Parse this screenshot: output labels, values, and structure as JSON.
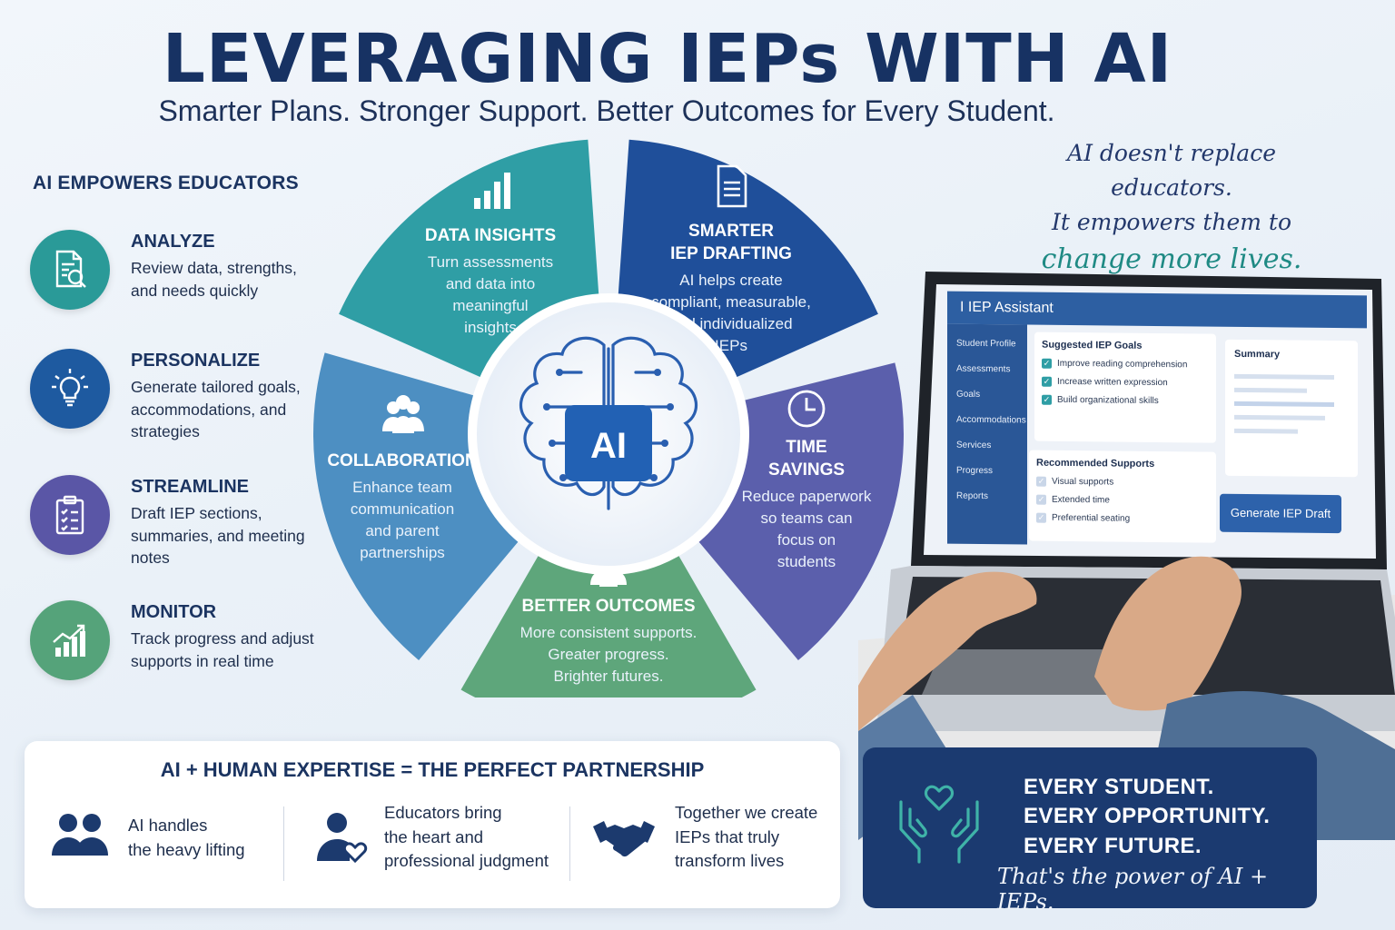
{
  "header": {
    "title": "LEVERAGING IEPs WITH AI",
    "subtitle": "Smarter Plans. Stronger Support. Better Outcomes for Every Student."
  },
  "left": {
    "heading": "AI EMPOWERS EDUCATORS",
    "features": [
      {
        "title": "ANALYZE",
        "desc": "Review data, strengths, and needs quickly",
        "icon": "document-search-icon",
        "color": "#2a9a98"
      },
      {
        "title": "PERSONALIZE",
        "desc": "Generate tailored goals, accommodations, and strategies",
        "icon": "lightbulb-icon",
        "color": "#1e5aa0"
      },
      {
        "title": "STREAMLINE",
        "desc": "Draft IEP sections, summaries, and meeting notes",
        "icon": "clipboard-checklist-icon",
        "color": "#5a56a6"
      },
      {
        "title": "MONITOR",
        "desc": "Track progress and adjust supports in real time",
        "icon": "growth-chart-icon",
        "color": "#55a37a"
      }
    ]
  },
  "wheel": {
    "center": "AI",
    "segments": [
      {
        "title": "DATA INSIGHTS",
        "lines": [
          "Turn assessments",
          "and data into",
          "meaningful",
          "insights"
        ],
        "icon": "bar-chart-icon",
        "color": "#2f9ea5"
      },
      {
        "title_lines": [
          "SMARTER",
          "IEP DRAFTING"
        ],
        "lines": [
          "AI helps create",
          "compliant, measurable,",
          "and individualized",
          "IEPs"
        ],
        "icon": "document-icon",
        "color": "#1f4f9a"
      },
      {
        "title_lines": [
          "TIME",
          "SAVINGS"
        ],
        "lines": [
          "Reduce paperwork",
          "so teams can",
          "focus on",
          "students"
        ],
        "icon": "clock-icon",
        "color": "#5b5fac"
      },
      {
        "title": "BETTER OUTCOMES",
        "lines": [
          "More consistent supports.",
          "Greater progress.",
          "Brighter futures."
        ],
        "icon": "group-icon",
        "color": "#5ea67b"
      },
      {
        "title": "COLLABORATION",
        "lines": [
          "Enhance team",
          "communication",
          "and parent",
          "partnerships"
        ],
        "icon": "team-icon",
        "color": "#4d8fc2"
      }
    ]
  },
  "quote": {
    "line1": "AI doesn't replace educators.",
    "line2": "It empowers them to",
    "line3": "change more lives."
  },
  "app": {
    "title": "I IEP Assistant",
    "nav": [
      "Student Profile",
      "Assessments",
      "Goals",
      "Accommodations",
      "Services",
      "Progress",
      "Reports"
    ],
    "goals_heading": "Suggested IEP Goals",
    "goals": [
      "Improve reading comprehension",
      "Increase written expression",
      "Build organizational skills"
    ],
    "supports_heading": "Recommended Supports",
    "supports": [
      "Visual supports",
      "Extended time",
      "Preferential seating"
    ],
    "summary_heading": "Summary",
    "generate_label": "Generate IEP Draft"
  },
  "partnership": {
    "title": "AI + HUMAN EXPERTISE = THE PERFECT PARTNERSHIP",
    "items": [
      {
        "text": [
          "AI handles",
          "the heavy lifting"
        ],
        "icon": "people-icon"
      },
      {
        "text": [
          "Educators bring",
          "the heart and",
          "professional judgment"
        ],
        "icon": "person-heart-icon"
      },
      {
        "text": [
          "Together we create",
          "IEPs that truly",
          "transform lives"
        ],
        "icon": "handshake-icon"
      }
    ]
  },
  "cta": {
    "line1": "EVERY STUDENT.",
    "line2": "EVERY OPPORTUNITY.",
    "line3": "EVERY FUTURE.",
    "tagline": "That's the power of AI + IEPs.",
    "icon": "hands-heart-icon"
  },
  "colors": {
    "navy": "#173263",
    "teal": "#2f9ea5",
    "blue": "#1f4f9a",
    "purple": "#5b5fac",
    "green": "#5ea67b",
    "lightblue": "#4d8fc2"
  }
}
